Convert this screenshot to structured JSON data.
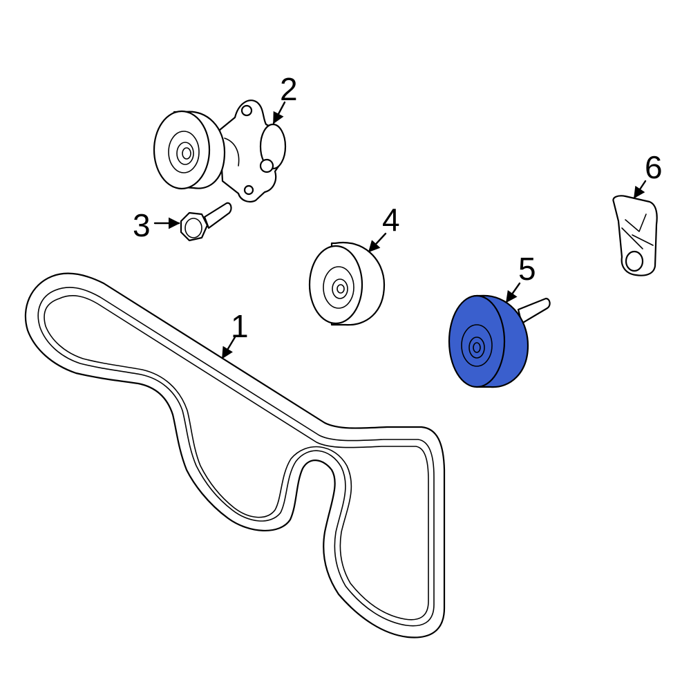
{
  "diagram": {
    "callouts": [
      {
        "id": "1",
        "label": "1"
      },
      {
        "id": "2",
        "label": "2"
      },
      {
        "id": "3",
        "label": "3"
      },
      {
        "id": "4",
        "label": "4"
      },
      {
        "id": "5",
        "label": "5"
      },
      {
        "id": "6",
        "label": "6"
      }
    ],
    "highlighted_part": "5",
    "colors": {
      "highlight": "#3a5fcd",
      "line": "#000000",
      "background": "#ffffff"
    }
  }
}
